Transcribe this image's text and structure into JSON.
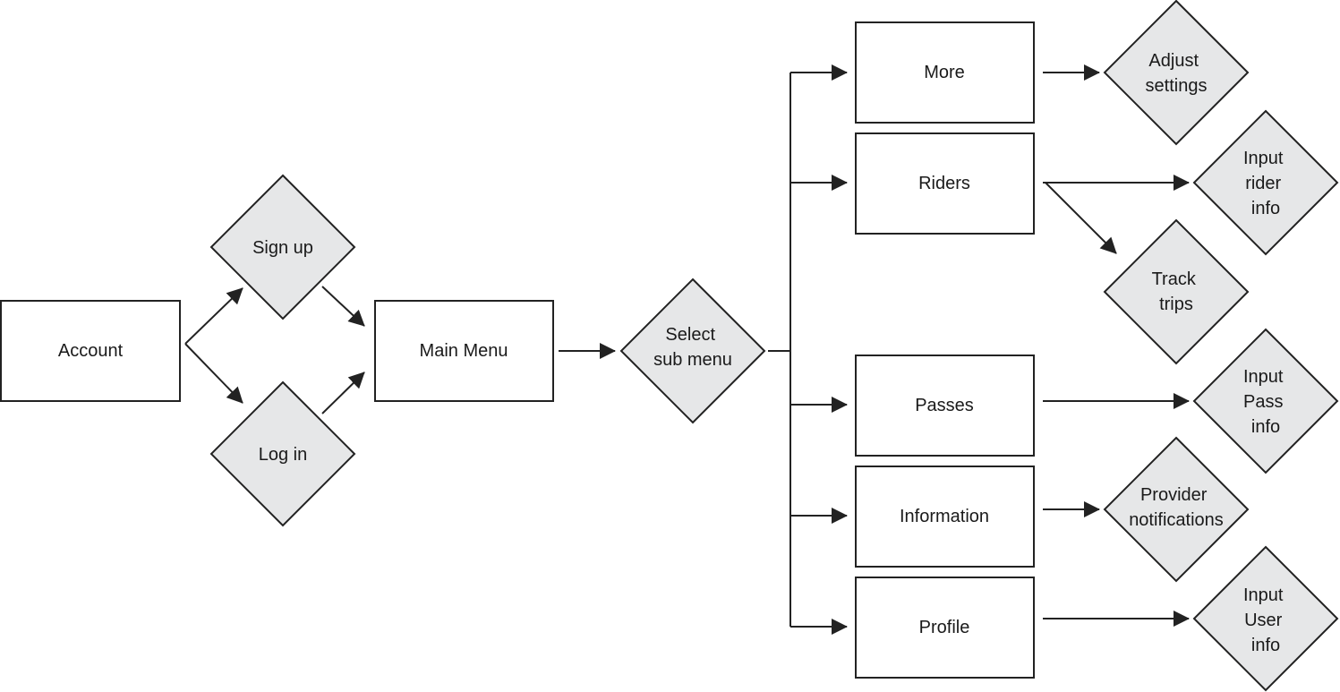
{
  "nodes": {
    "account": {
      "lines": [
        "Account"
      ]
    },
    "sign_up": {
      "lines": [
        "Sign up"
      ]
    },
    "log_in": {
      "lines": [
        "Log in"
      ]
    },
    "main_menu": {
      "lines": [
        "Main Menu"
      ]
    },
    "select_sub_menu": {
      "lines": [
        "Select",
        "sub menu"
      ]
    },
    "more": {
      "lines": [
        "More"
      ]
    },
    "riders": {
      "lines": [
        "Riders"
      ]
    },
    "passes": {
      "lines": [
        "Passes"
      ]
    },
    "information": {
      "lines": [
        "Information"
      ]
    },
    "profile": {
      "lines": [
        "Profile"
      ]
    },
    "adjust_settings": {
      "lines": [
        "Adjust",
        "settings"
      ]
    },
    "input_rider_info": {
      "lines": [
        "Input",
        "rider",
        "info"
      ]
    },
    "track_trips": {
      "lines": [
        "Track",
        "trips"
      ]
    },
    "input_pass_info": {
      "lines": [
        "Input",
        "Pass",
        "info"
      ]
    },
    "provider_notifications": {
      "lines": [
        "Provider",
        "notifications"
      ]
    },
    "input_user_info": {
      "lines": [
        "Input",
        "User",
        "info"
      ]
    }
  },
  "edges": [
    {
      "from": "Account",
      "to": "Sign up"
    },
    {
      "from": "Account",
      "to": "Log in"
    },
    {
      "from": "Sign up",
      "to": "Main Menu"
    },
    {
      "from": "Log in",
      "to": "Main Menu"
    },
    {
      "from": "Main Menu",
      "to": "Select sub menu"
    },
    {
      "from": "Select sub menu",
      "to": "More"
    },
    {
      "from": "Select sub menu",
      "to": "Riders"
    },
    {
      "from": "Select sub menu",
      "to": "Passes"
    },
    {
      "from": "Select sub menu",
      "to": "Information"
    },
    {
      "from": "Select sub menu",
      "to": "Profile"
    },
    {
      "from": "More",
      "to": "Adjust settings"
    },
    {
      "from": "Riders",
      "to": "Input rider info"
    },
    {
      "from": "Riders",
      "to": "Track trips"
    },
    {
      "from": "Passes",
      "to": "Input Pass info"
    },
    {
      "from": "Information",
      "to": "Provider notifications"
    },
    {
      "from": "Profile",
      "to": "Input User info"
    }
  ],
  "colors": {
    "box_fill": "#ffffff",
    "decision_fill": "#e6e7e8",
    "stroke": "#222222"
  }
}
